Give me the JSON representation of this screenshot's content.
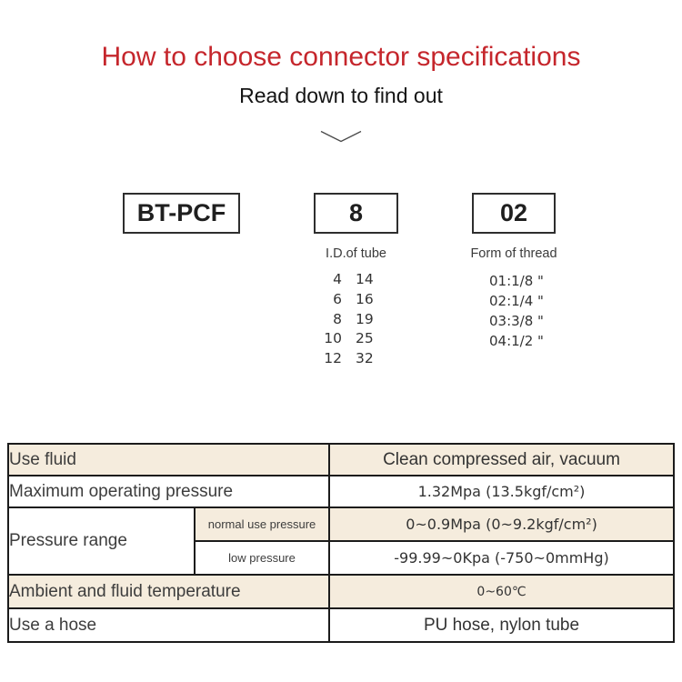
{
  "colors": {
    "title_red": "#c5262c",
    "table_shaded_bg": "#f5ecdd",
    "table_border": "#1b1b1b",
    "box_border": "#2e2e2e"
  },
  "header": {
    "title": "How to choose connector specifications",
    "subtitle": "Read down to find out"
  },
  "model_code": {
    "prefix": "BT-PCF",
    "tube_size": "8",
    "thread_code": "02",
    "tube_caption": "I.D.of tube",
    "thread_caption": "Form of thread",
    "tube_options": [
      {
        "id": "4",
        "od": "14"
      },
      {
        "id": "6",
        "od": "16"
      },
      {
        "id": "8",
        "od": "19"
      },
      {
        "id": "10",
        "od": "25"
      },
      {
        "id": "12",
        "od": "32"
      }
    ],
    "thread_options": [
      "01:1/8 \"",
      "02:1/4 \"",
      "03:3/8 \"",
      "04:1/2 \""
    ]
  },
  "spec_table": {
    "rows": [
      {
        "label": "Use fluid",
        "value": "Clean compressed air, vacuum"
      },
      {
        "label": "Maximum operating pressure",
        "value": "1.32Mpa (13.5kgf/cm²)"
      },
      {
        "label": "Pressure range",
        "sublabel": "normal use pressure",
        "value": "0~0.9Mpa (0~9.2kgf/cm²)"
      },
      {
        "sublabel": "low pressure",
        "value": "-99.99~0Kpa (-750~0mmHg)"
      },
      {
        "label": "Ambient and fluid temperature",
        "value": "0~60℃"
      },
      {
        "label": "Use a hose",
        "value": "PU hose, nylon tube"
      }
    ]
  }
}
